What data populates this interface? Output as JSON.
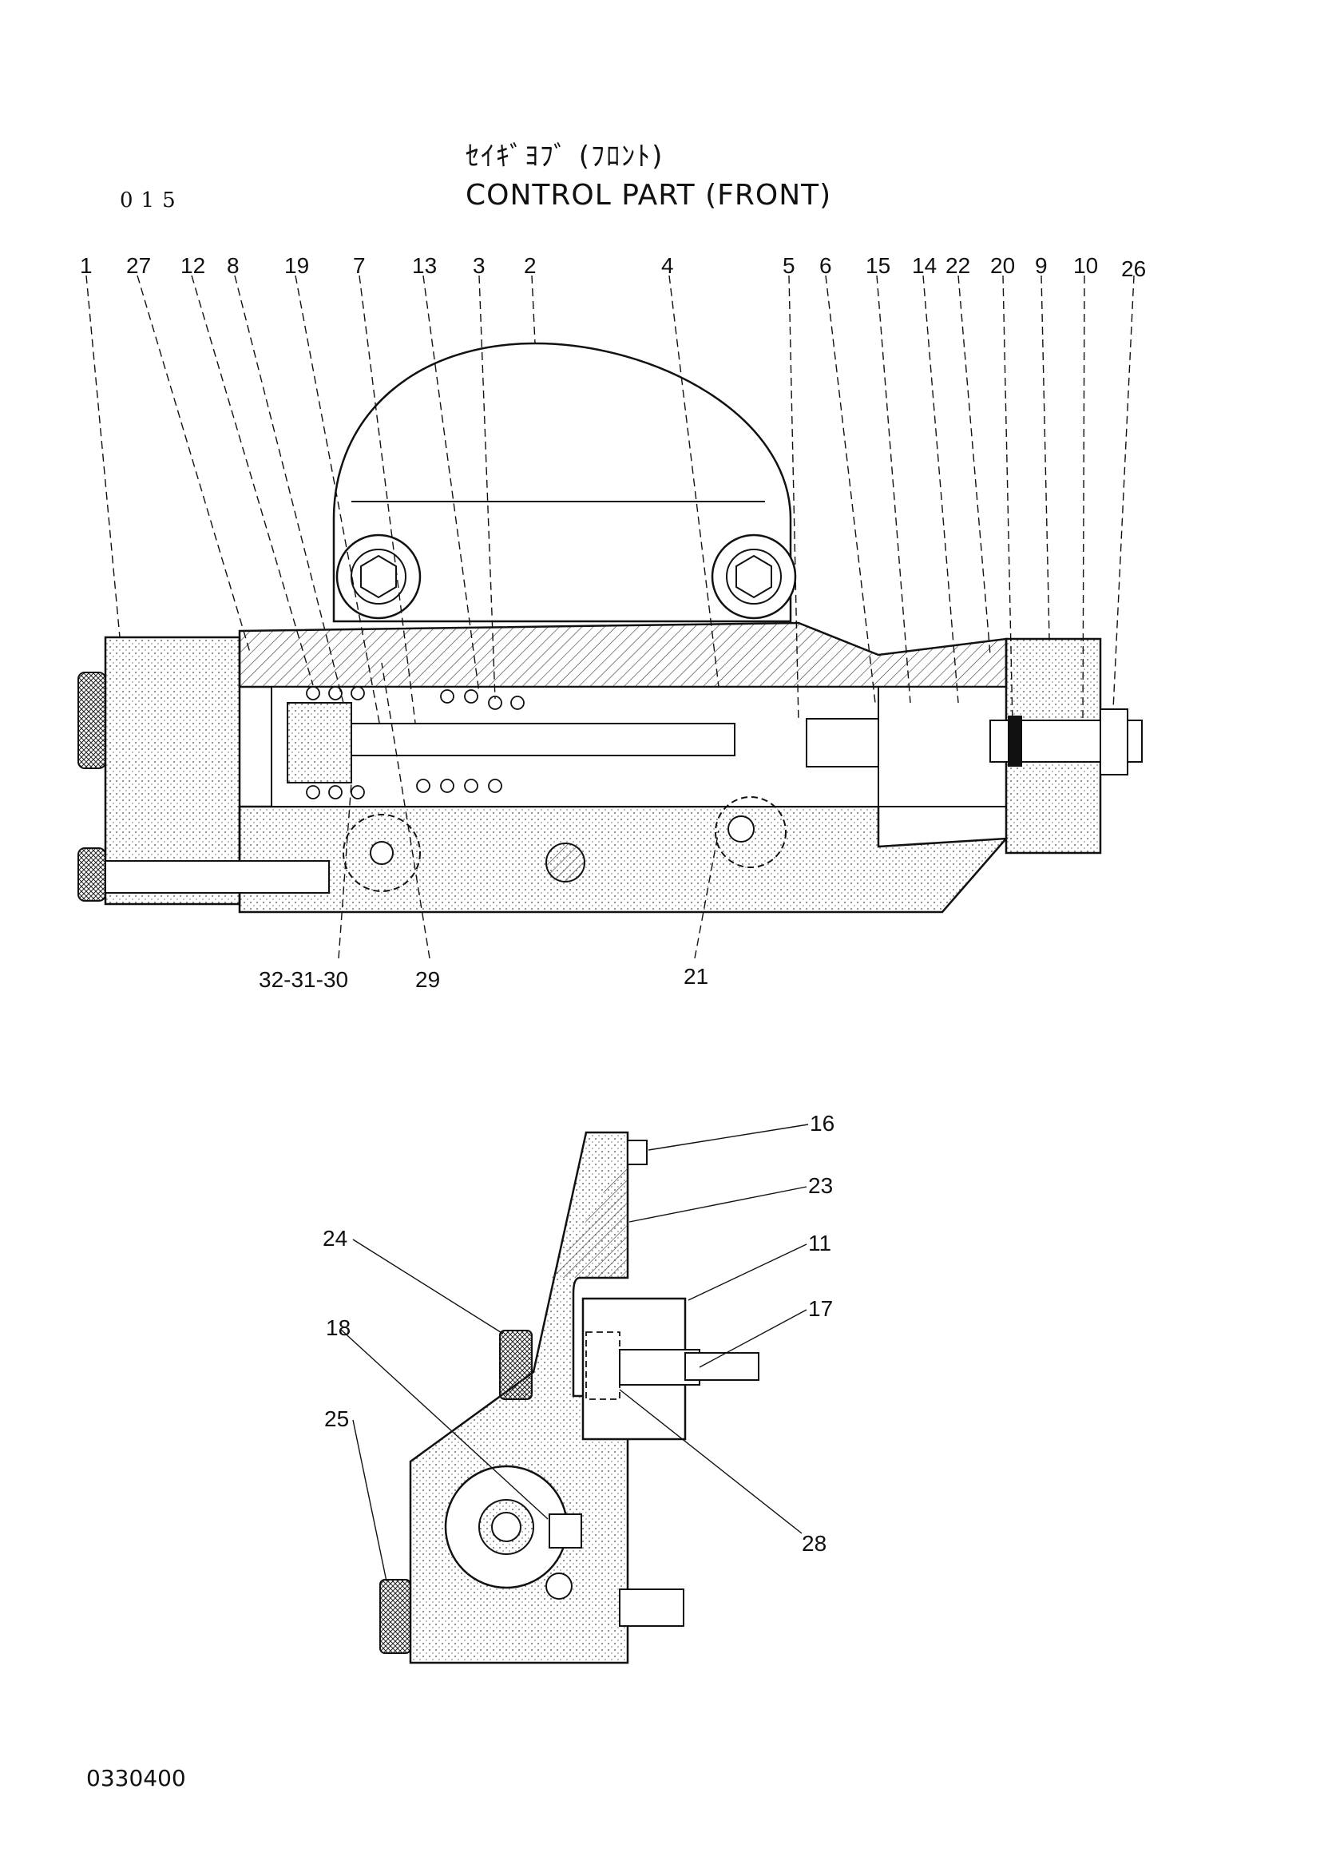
{
  "header": {
    "title_jp": "ｾｲｷﾞﾖﾌﾞ (ﾌﾛﾝﾄ)",
    "title_en": "CONTROL PART (FRONT)",
    "page_code": "015"
  },
  "footer": {
    "doc_id": "0330400"
  },
  "callouts_top": [
    "1",
    "27",
    "12",
    "8",
    "19",
    "7",
    "13",
    "3",
    "2",
    "4",
    "5",
    "6",
    "15",
    "14",
    "22",
    "20",
    "9",
    "10",
    "26"
  ],
  "callouts_bottom_row": [
    "32-31-30",
    "29",
    "21"
  ],
  "callouts_side_view": [
    "16",
    "23",
    "11",
    "17",
    "24",
    "18",
    "25",
    "28"
  ]
}
